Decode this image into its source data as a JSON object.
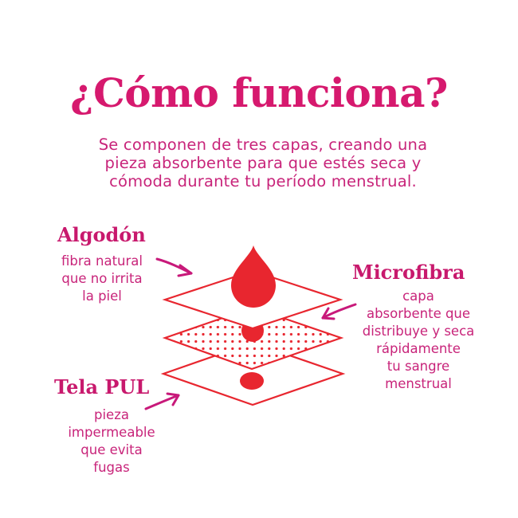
{
  "header": {
    "title": "¿Cómo funciona?",
    "intro_lines": [
      "Se componen de tres capas, creando una",
      "pieza absorbente para que estés seca y",
      "cómoda durante tu período menstrual."
    ]
  },
  "layers": [
    {
      "name": "Algodón",
      "description_lines": [
        "fibra natural",
        "que no irrita",
        "la piel"
      ]
    },
    {
      "name": "Microfibra",
      "description_lines": [
        "capa",
        "absorbente que",
        "distribuye y seca",
        "rápidamente",
        "tu sangre",
        "menstrual"
      ]
    },
    {
      "name": "Tela PUL",
      "description_lines": [
        "pieza",
        "impermeable",
        "que evita",
        "fugas"
      ]
    }
  ],
  "icons": {
    "drop": "blood-drop-icon",
    "arrows": [
      "arrow-to-top-layer",
      "arrow-to-middle-layer",
      "arrow-to-bottom-layer"
    ]
  },
  "colors": {
    "title": "#d6196e",
    "text": "#c8247a",
    "diagram_red": "#e8262f",
    "arrow": "#c8197a",
    "background": "#ffffff"
  }
}
